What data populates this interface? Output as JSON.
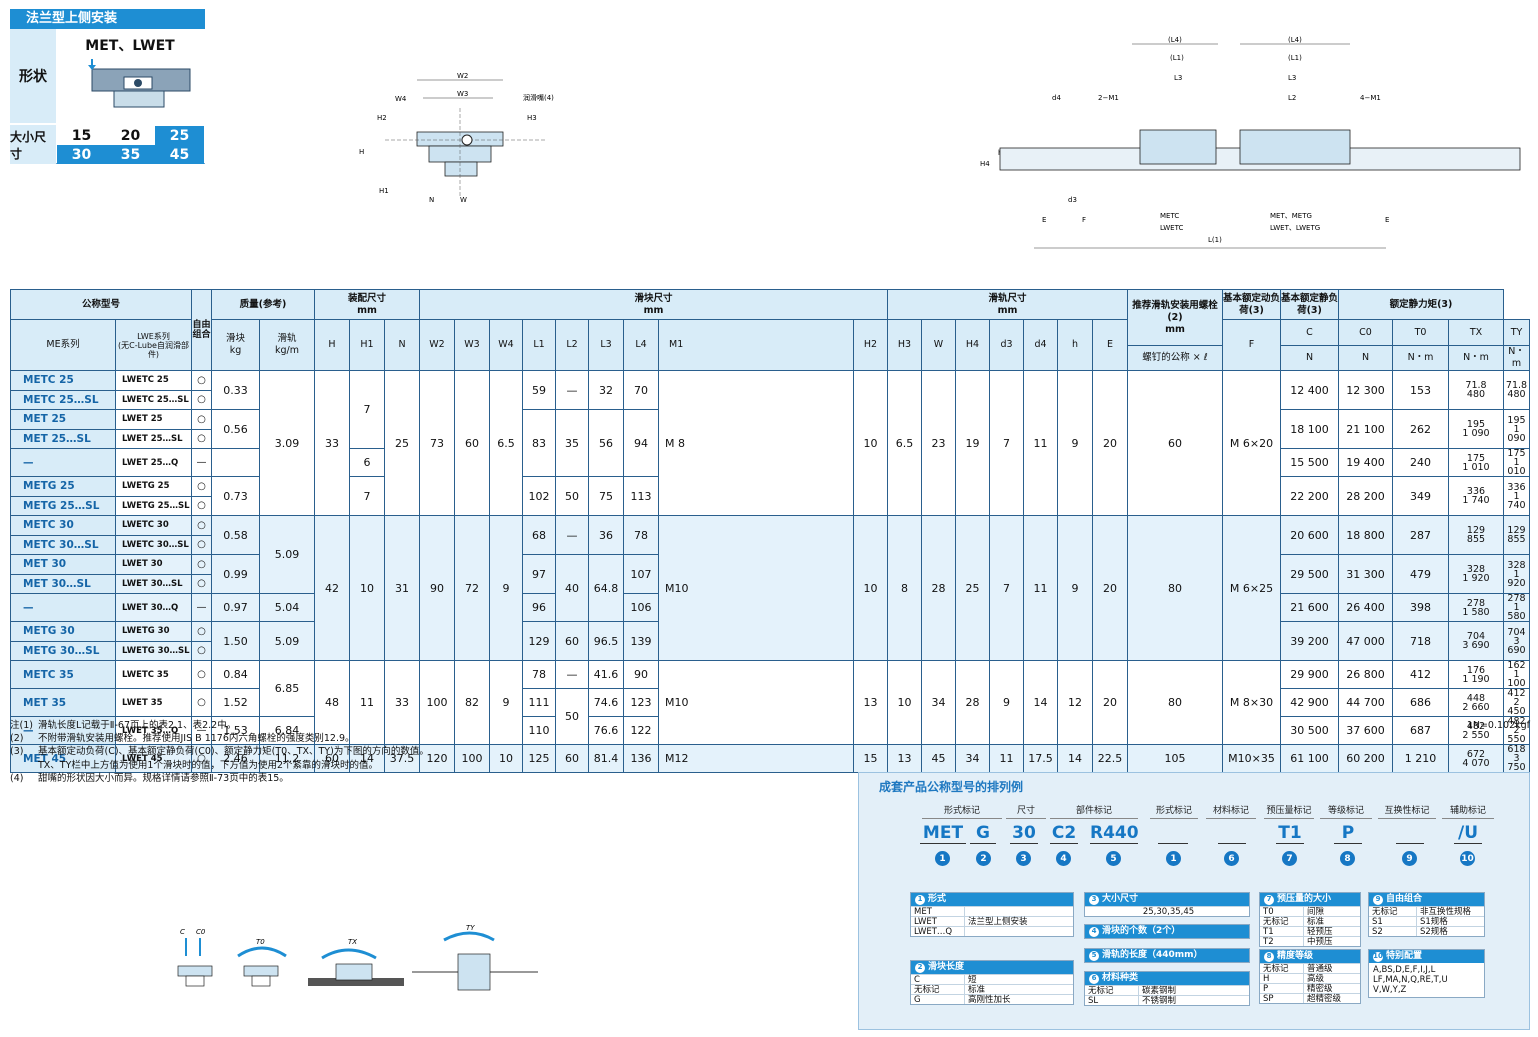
{
  "header": {
    "title": "法兰型上侧安装",
    "shape_label": "形状",
    "shape_name": "MET、LWET",
    "size_label": "大小尺寸",
    "sizes_row1": [
      "15",
      "20",
      "25"
    ],
    "sizes_row2": [
      "30",
      "35",
      "45"
    ]
  },
  "drawing": {
    "left_labels": [
      "W2",
      "W3",
      "W4",
      "H2",
      "H3",
      "H",
      "H1",
      "N",
      "W",
      "润滑嘴(4)"
    ],
    "right_labels": [
      "(L4)",
      "(L1)",
      "L3",
      "L2",
      "2−M1",
      "4−M1",
      "d4",
      "h",
      "H4",
      "d3",
      "E",
      "F",
      "L(1)",
      "METC",
      "LWETC",
      "MET、METG",
      "LWET、LWETG"
    ]
  },
  "table": {
    "headers": {
      "model": "公称型号",
      "me": "ME系列",
      "lwe": "LWE系列",
      "lwe_sub": "(无C-Lube自润滑部件)",
      "free": "自由组合",
      "mass": "质量(参考)",
      "block_kg": "滑块",
      "kg": "kg",
      "rail_kgm": "滑轨",
      "kgm": "kg/m",
      "assembly": "装配尺寸",
      "mm": "mm",
      "block": "滑块尺寸",
      "rail": "滑轨尺寸",
      "bolt": "推荐滑轨安装用螺栓(2)",
      "bolt_sub": "螺钉的公称 × ℓ",
      "c_dyn": "基本额定动负荷(3)",
      "c_stat": "基本额定静负荷(3)",
      "moment": "额定静力矩(3)",
      "N": "N",
      "Nm": "N・m",
      "cols": [
        "H",
        "H1",
        "N",
        "W2",
        "W3",
        "W4",
        "L1",
        "L2",
        "L3",
        "L4",
        "M1",
        "H2",
        "H3",
        "W",
        "H4",
        "d3",
        "d4",
        "h",
        "E",
        "F",
        "C",
        "C0",
        "T0",
        "TX",
        "TY"
      ]
    },
    "rows": [
      {
        "me": "METC 25",
        "lwe": "LWETC 25",
        "f": "○",
        "kg": "0.33",
        "l1": "59",
        "l2": "—",
        "l3": "32",
        "l4": "70",
        "c": "12 400",
        "c0": "12 300",
        "t0": "153",
        "tx": [
          "71.8",
          "480"
        ],
        "ty": [
          "71.8",
          "480"
        ]
      },
      {
        "me": "METC 25…SL",
        "lwe": "LWETC 25…SL",
        "f": "○"
      },
      {
        "me": "MET 25",
        "lwe": "LWET 25",
        "f": "○",
        "kg": "0.56",
        "l1": "83",
        "l2": "35",
        "l3": "56",
        "l4": "94",
        "c": "18 100",
        "c0": "21 100",
        "t0": "262",
        "tx": [
          "195",
          "1 090"
        ],
        "ty": [
          "195",
          "1 090"
        ]
      },
      {
        "me": "MET 25…SL",
        "lwe": "LWET 25…SL",
        "f": "○"
      },
      {
        "me": "—",
        "lwe": "LWET 25…Q",
        "f": "—",
        "c": "15 500",
        "c0": "19 400",
        "t0": "240",
        "tx": [
          "175",
          "1 010"
        ],
        "ty": [
          "175",
          "1 010"
        ]
      },
      {
        "me": "METG 25",
        "lwe": "LWETG 25",
        "f": "○",
        "kg": "0.73",
        "l1": "102",
        "l2": "50",
        "l3": "75",
        "l4": "113",
        "c": "22 200",
        "c0": "28 200",
        "t0": "349",
        "tx": [
          "336",
          "1 740"
        ],
        "ty": [
          "336",
          "1 740"
        ]
      },
      {
        "me": "METG 25…SL",
        "lwe": "LWETG 25…SL",
        "f": "○"
      },
      {
        "me": "METC 30",
        "lwe": "LWETC 30",
        "f": "○",
        "kg": "0.58",
        "l1": "68",
        "l2": "—",
        "l3": "36",
        "l4": "78",
        "c": "20 600",
        "c0": "18 800",
        "t0": "287",
        "tx": [
          "129",
          "855"
        ],
        "ty": [
          "129",
          "855"
        ]
      },
      {
        "me": "METC 30…SL",
        "lwe": "LWETC 30…SL",
        "f": "○"
      },
      {
        "me": "MET 30",
        "lwe": "LWET 30",
        "f": "○",
        "kg": "0.99",
        "l1": "97",
        "l2": "40",
        "l3": "64.8",
        "l4": "107",
        "c": "29 500",
        "c0": "31 300",
        "t0": "479",
        "tx": [
          "328",
          "1 920"
        ],
        "ty": [
          "328",
          "1 920"
        ]
      },
      {
        "me": "MET 30…SL",
        "lwe": "LWET 30…SL",
        "f": "○"
      },
      {
        "me": "—",
        "lwe": "LWET 30…Q",
        "f": "—",
        "kg": "0.97",
        "l1": "96",
        "l4": "106",
        "c": "21 600",
        "c0": "26 400",
        "t0": "398",
        "tx": [
          "278",
          "1 580"
        ],
        "ty": [
          "278",
          "1 580"
        ]
      },
      {
        "me": "METG 30",
        "lwe": "LWETG 30",
        "f": "○",
        "kg": "1.50",
        "l1": "129",
        "l2": "60",
        "l3": "96.5",
        "l4": "139",
        "c": "39 200",
        "c0": "47 000",
        "t0": "718",
        "tx": [
          "704",
          "3 690"
        ],
        "ty": [
          "704",
          "3 690"
        ]
      },
      {
        "me": "METG 30…SL",
        "lwe": "LWETG 30…SL",
        "f": "○"
      },
      {
        "me": "METC 35",
        "lwe": "LWETC 35",
        "f": "○",
        "kg": "0.84",
        "l1": "78",
        "l2": "—",
        "l3": "41.6",
        "l4": "90",
        "c": "29 900",
        "c0": "26 800",
        "t0": "412",
        "tx": [
          "176",
          "1 190"
        ],
        "ty": [
          "162",
          "1 100"
        ]
      },
      {
        "me": "MET 35",
        "lwe": "LWET 35",
        "f": "○",
        "kg": "1.52",
        "l1": "111",
        "l3": "74.6",
        "l4": "123",
        "c": "42 900",
        "c0": "44 700",
        "t0": "686",
        "tx": [
          "448",
          "2 660"
        ],
        "ty": [
          "412",
          "2 450"
        ]
      },
      {
        "me": "—",
        "lwe": "LWET 35…Q",
        "f": "—",
        "kg": "1.53",
        "l1": "110",
        "l3": "76.6",
        "l4": "122",
        "c": "30 500",
        "c0": "37 600",
        "t0": "687",
        "tx": [
          "482",
          "2 550"
        ],
        "ty": [
          "482",
          "2 550"
        ]
      },
      {
        "me": "MET 45",
        "lwe": "LWET 45",
        "f": "○",
        "kg": "2.46",
        "kgm": "11.2",
        "H": "60",
        "H1": "14",
        "N": "37.5",
        "W2": "120",
        "W3": "100",
        "W4": "10",
        "l1": "125",
        "l2": "60",
        "l3": "81.4",
        "l4": "136",
        "m1": "M12",
        "H2": "15",
        "H3": "13",
        "W": "45",
        "H4": "34",
        "d3": "11",
        "d4": "17.5",
        "h": "14",
        "E": "22.5",
        "F": "105",
        "bolt": "M10×35",
        "c": "61 100",
        "c0": "60 200",
        "t0": "1 210",
        "tx": [
          "672",
          "4 070"
        ],
        "ty": [
          "618",
          "3 750"
        ]
      }
    ],
    "group25": {
      "kgm": "3.09",
      "H": "33",
      "N": "25",
      "W2": "73",
      "W3": "60",
      "W4": "6.5",
      "m1": "M 8",
      "H2": "10",
      "H3": "6.5",
      "W": "23",
      "H4": "19",
      "d3": "7",
      "d4": "11",
      "h": "9",
      "E": "20",
      "F": "60",
      "bolt": "M 6×20",
      "H1a": "7",
      "H1b": "6",
      "H1c": "7"
    },
    "group30": {
      "kgm_a": "5.09",
      "kgm_q": "5.04",
      "kgm_g": "5.09",
      "H": "42",
      "H1": "10",
      "N": "31",
      "W2": "90",
      "W3": "72",
      "W4": "9",
      "l3q": "",
      "m1": "M10",
      "H2": "10",
      "H3": "8",
      "W": "28",
      "H4": "25",
      "d3": "7",
      "d4": "11",
      "h": "9",
      "E": "20",
      "F": "80",
      "bolt": "M 6×25"
    },
    "group35": {
      "kgm_a": "6.85",
      "kgm_q": "6.84",
      "H": "48",
      "H1": "11",
      "N": "33",
      "W2": "100",
      "W3": "82",
      "W4": "9",
      "l2": "50",
      "m1": "M10",
      "H2": "13",
      "H3": "10",
      "W": "34",
      "H4": "28",
      "d3": "9",
      "d4": "14",
      "h": "12",
      "E": "20",
      "F": "80",
      "bolt": "M 8×30"
    }
  },
  "notes": [
    [
      "注(1)",
      "滑轨长度L记载于Ⅱ-67页上的表2.1、表2.2中。"
    ],
    [
      "(2)",
      "不附带滑轨安装用螺栓。推荐使用JIS B 1176内六角螺栓的强度类别12.9。"
    ],
    [
      "(3)",
      "基本额定动负荷(C)、基本额定静负荷(C0)、额定静力矩(T0、TX、TY)为下图的方向的数值。"
    ],
    [
      "",
      "TX、TY栏中上方值为使用1个滑块时的值，下方值为使用2个紧靠的滑块时的值。"
    ],
    [
      "(4)",
      "甜嘴的形状因大小而异。规格详情请参照Ⅱ-73页中的表15。"
    ]
  ],
  "unit_note": "1N=0.102kgf",
  "moment_labels": [
    "C",
    "C0",
    "T0",
    "TX",
    "TY"
  ],
  "order": {
    "title": "成套产品公称型号的排列例",
    "headers": [
      "形式标记",
      "尺寸",
      "部件标记",
      "形式标记",
      "材料标记",
      "预压量标记",
      "等级标记",
      "互换性标记",
      "辅助标记"
    ],
    "values": [
      "MET",
      "G",
      "30",
      "C2",
      "R440",
      "",
      "",
      "T1",
      "P",
      "",
      "/U"
    ],
    "numbers": [
      "1",
      "2",
      "3",
      "4",
      "5",
      "1",
      "6",
      "7",
      "8",
      "9",
      "10"
    ],
    "legend": {
      "form": {
        "title": "形式",
        "rows": [
          [
            "MET",
            "法兰型上侧安装"
          ],
          [
            "LWET",
            ""
          ],
          [
            "LWET…Q",
            ""
          ]
        ]
      },
      "size": {
        "title": "大小尺寸",
        "value": "25,30,35,45"
      },
      "count": {
        "title": "滑块的个数（2个）"
      },
      "rail_len": {
        "title": "滑轨的长度（440mm）"
      },
      "block_len": {
        "title": "滑块长度",
        "rows": [
          [
            "C",
            "短"
          ],
          [
            "无标记",
            "标准"
          ],
          [
            "G",
            "高刚性加长"
          ]
        ]
      },
      "material": {
        "title": "材料种类",
        "rows": [
          [
            "无标记",
            "碳素钢制"
          ],
          [
            "SL",
            "不锈钢制"
          ]
        ]
      },
      "preload": {
        "title": "预压量的大小",
        "rows": [
          [
            "T0",
            "间隙"
          ],
          [
            "无标记",
            "标准"
          ],
          [
            "T1",
            "轻预压"
          ],
          [
            "T2",
            "中预压"
          ]
        ]
      },
      "grade": {
        "title": "精度等级",
        "rows": [
          [
            "无标记",
            "普通级"
          ],
          [
            "H",
            "高级"
          ],
          [
            "P",
            "精密级"
          ],
          [
            "SP",
            "超精密级"
          ]
        ]
      },
      "free": {
        "title": "自由组合",
        "rows": [
          [
            "无标记",
            "非互换性规格"
          ],
          [
            "S1",
            "S1规格"
          ],
          [
            "S2",
            "S2规格"
          ]
        ]
      },
      "special": {
        "title": "特别配置",
        "value": "A,BS,D,E,F,I,J,L LF,MA,N,Q,RE,T,U V,W,Y,Z"
      }
    }
  },
  "colors": {
    "accent": "#1e8ed3",
    "header_bg": "#d8ecf8",
    "row_blue": "#e4f2fb",
    "model_text": "#1565a7"
  }
}
